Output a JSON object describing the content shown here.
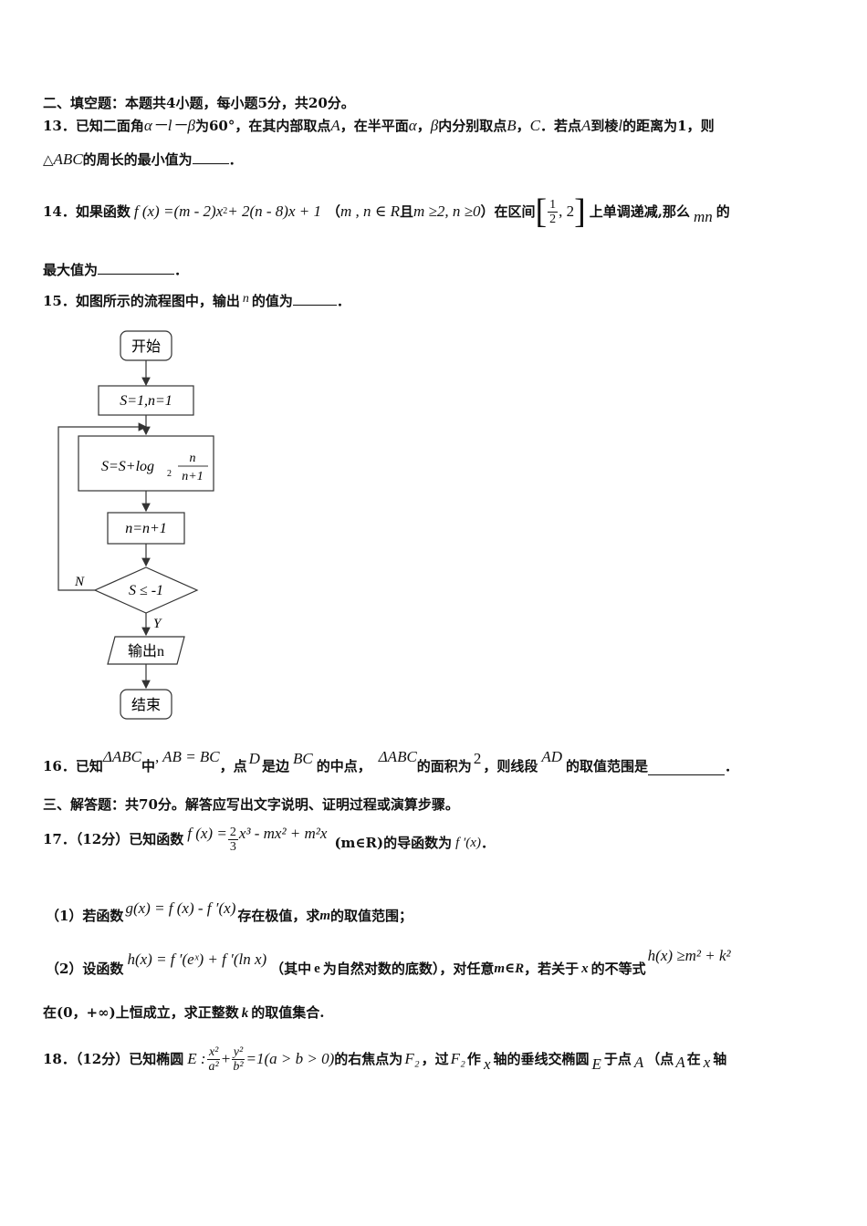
{
  "section2": "二、填空题：本题共4小题，每小题5分，共20分。",
  "q13": {
    "line1_a": "13．已知二面角",
    "line1_math": "α－l－β",
    "line1_b": "为60°，在其内部取点",
    "A": "A",
    "line1_c": "，在半平面",
    "alpha": "α",
    "comma": "，",
    "beta": "β",
    "line1_d": "内分别取点",
    "B": "B",
    "C": "C",
    "line1_e": "．若点",
    "line1_f": "到棱",
    "l": "l",
    "line1_g": "的距离为1，则",
    "line2_a": "△",
    "ABC": "ABC",
    "line2_b": "的周长的最小值为",
    "line2_end": "．"
  },
  "q14": {
    "num": "14．如果函数",
    "fx": "f (x) =(m - 2)x",
    "sq": "2",
    "rest": " + 2(n - 8)x + 1",
    "paren_l": "（",
    "cond1": "m , n ∈ R",
    "qie": "且",
    "cond2": "m ≥2, n ≥0",
    "paren_r": "）在区间",
    "frac_num": "1",
    "frac_den": "2",
    "two": ", 2",
    "tail": "上单调递减,那么",
    "mn": "mn",
    "de": "的",
    "line2": "最大值为",
    "line2_end": "．"
  },
  "q15": {
    "a": "15．如图所示的流程图中，输出",
    "n": "n",
    "b": "的值为",
    "end": "．"
  },
  "flow": {
    "start": "开始",
    "init": "S=1,n=1",
    "s_update_a": "S=S+log",
    "s_update_sub": "2",
    "s_frac_num": "n",
    "s_frac_den": "n+1",
    "n_update": "n=n+1",
    "cond": "S ≤ -1",
    "N": "N",
    "Y": "Y",
    "output": "输出n",
    "end": "结束"
  },
  "q16": {
    "a": "16．已知",
    "abc": "ΔABC",
    "b": "中",
    "ab_bc": ", AB = BC",
    "c": "，点",
    "D": "D",
    "d": "是边",
    "BC": "BC",
    "e": "的中点，",
    "abc2": "ΔABC",
    "f": "的面积为",
    "two": "2",
    "g": "，则线段",
    "AD": "AD",
    "h": "的取值范围是",
    "end": "．"
  },
  "section3": "三、解答题：共70分。解答应写出文字说明、证明过程或演算步骤。",
  "q17": {
    "a": "17．（12分）已知函数",
    "fx": "f (x) =",
    "frac_num": "2",
    "frac_den": "3",
    "rest": "x³ - mx² + m²x",
    "cond": "(m∈R)",
    "b": "的导函数为",
    "fpx": "f ′(x)",
    "end": "．",
    "p1_a": "（1）若函数",
    "p1_math": "g(x) = f (x) - f ′(x)",
    "p1_b": "存在极值，求",
    "m": "m",
    "p1_c": "的取值范围；",
    "p2_a": "（2）设函数",
    "p2_math": "h(x) = f ′(eˣ) + f ′(ln x)",
    "p2_b": "（其中",
    "e": "e",
    "p2_c": "为自然对数的底数），对任意",
    "m_in_R": "m∈R",
    "p2_d": "，若关于",
    "x": "x",
    "p2_e": "的不等式",
    "p2_ineq": "h(x) ≥m² + k²",
    "p3_a": "在(0，+∞)上恒成立，求正整数",
    "k": "k",
    "p3_b": "的取值集合."
  },
  "q18": {
    "a": "18．（12分）已知椭圆",
    "E": "E :",
    "fx_num": "x²",
    "fx_den": "a²",
    "plus": "+",
    "fy_num": "y²",
    "fy_den": "b²",
    "eq": "=1(a > b > 0)",
    "b": "的右焦点为",
    "F2": "F₂",
    "c": "，过",
    "F2b": "F₂",
    "d": "作",
    "x": "x",
    "e": "轴的垂线交椭圆",
    "Ec": "E",
    "f": "于点",
    "A": "A",
    "g": "（点",
    "A2": "A",
    "h": "在",
    "x2": "x",
    "i": "轴"
  }
}
